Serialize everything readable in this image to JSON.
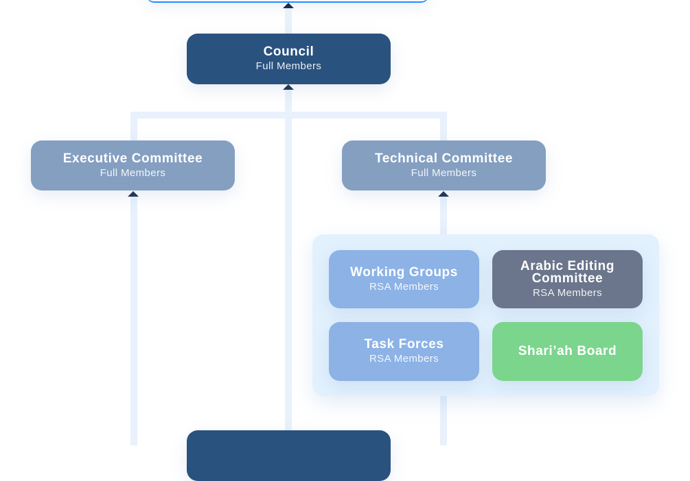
{
  "nodes": {
    "council": {
      "title": "Council",
      "subtitle": "Full Members"
    },
    "executive": {
      "title": "Executive Committee",
      "subtitle": "Full Members"
    },
    "technical": {
      "title": "Technical Committee",
      "subtitle": "Full Members"
    },
    "working_groups": {
      "title": "Working Groups",
      "subtitle": "RSA Members"
    },
    "arabic_editing": {
      "title": "Arabic Editing Committee",
      "subtitle": "RSA Members"
    },
    "task_forces": {
      "title": "Task Forces",
      "subtitle": "RSA Members"
    },
    "shariah_board": {
      "title": "Shari’ah Board"
    }
  },
  "colors": {
    "council": "#29527f",
    "committee": "#849fc0",
    "rsa": "#8cb2e6",
    "arabic": "#6b758b",
    "shariah": "#7bd58d",
    "connector": "#e8f1fc",
    "arrow": "#1b2e4d",
    "top_border": "#1f8bff"
  }
}
